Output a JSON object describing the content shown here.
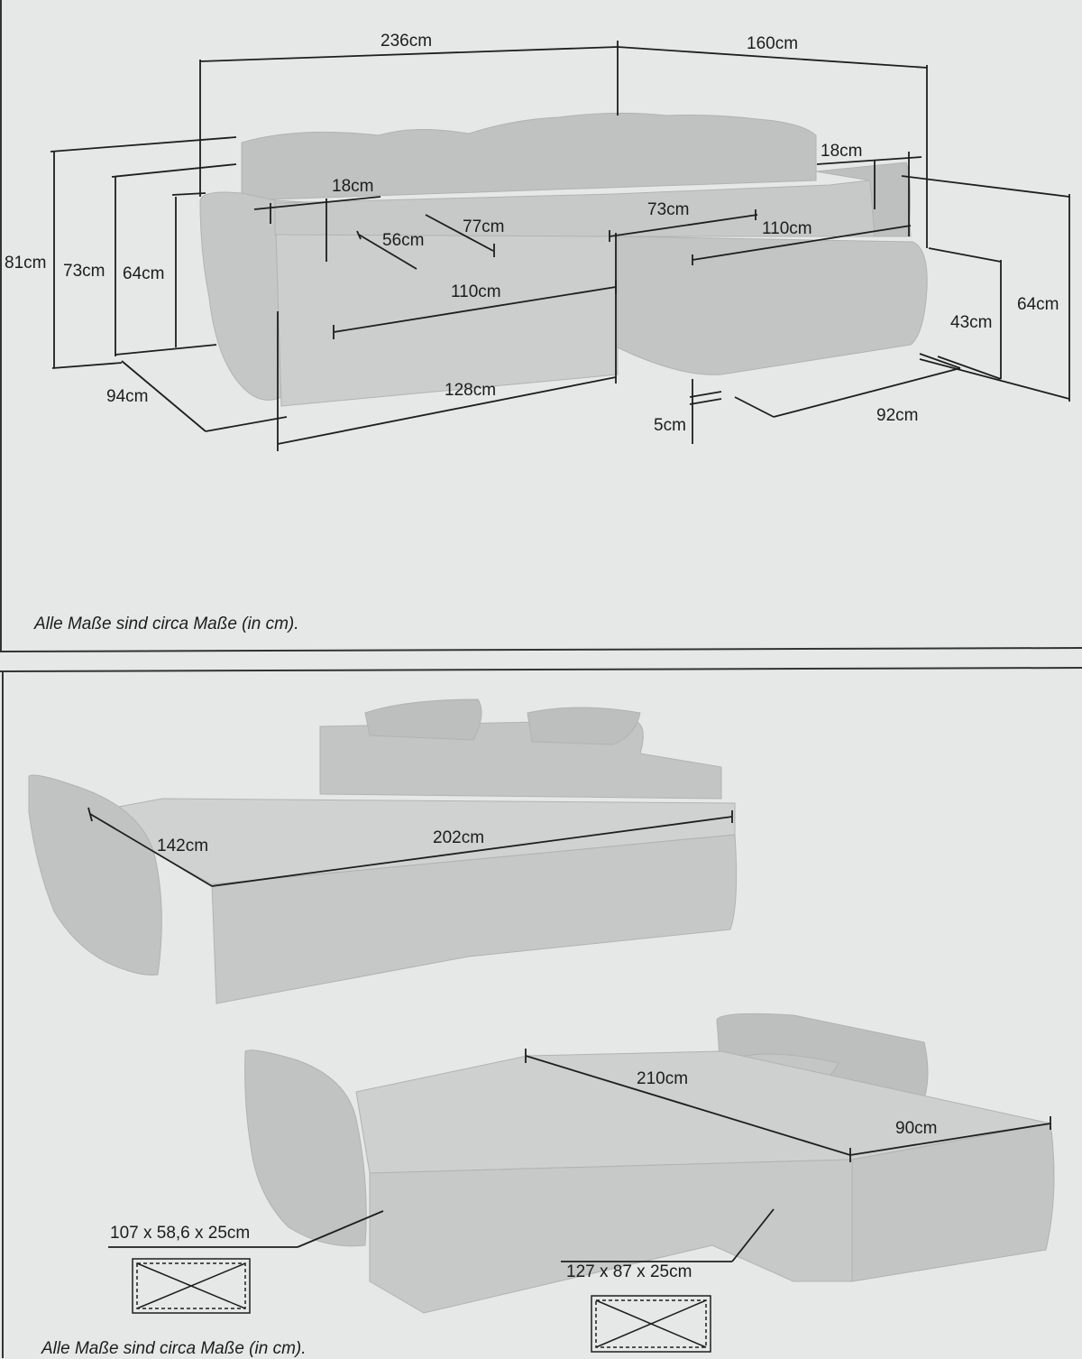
{
  "panel_top": {
    "dimensions": {
      "total_width": "236cm",
      "chaise_width": "160cm",
      "height_total": "81cm",
      "height_back": "73cm",
      "height_arm": "64cm",
      "depth": "94cm",
      "arm_width_left": "18cm",
      "cushion_depth": "56cm",
      "cushion_width": "77cm",
      "seat_width": "110cm",
      "base_length": "128cm",
      "chaise_seat_depth": "73cm",
      "chaise_arm_width": "18cm",
      "chaise_length": "110cm",
      "chaise_arm_height": "64cm",
      "seat_height": "43cm",
      "chaise_depth": "92cm",
      "leg_height": "5cm"
    },
    "note": "Alle Maße sind circa Maße (in cm)."
  },
  "panel_bottom": {
    "dimensions": {
      "bed_depth": "142cm",
      "bed_length": "202cm",
      "chaise_bed_length": "210cm",
      "chaise_bed_width": "90cm",
      "storage_small": "107 x 58,6 x 25cm",
      "storage_large": "127 x 87 x 25cm"
    },
    "note": "Alle Maße sind circa Maße (in cm)."
  },
  "colors": {
    "background": "#e6e8e7",
    "sofa_fill": "#c9cccb",
    "sofa_shade": "#b9bcbb",
    "line": "#1e1e1e"
  }
}
